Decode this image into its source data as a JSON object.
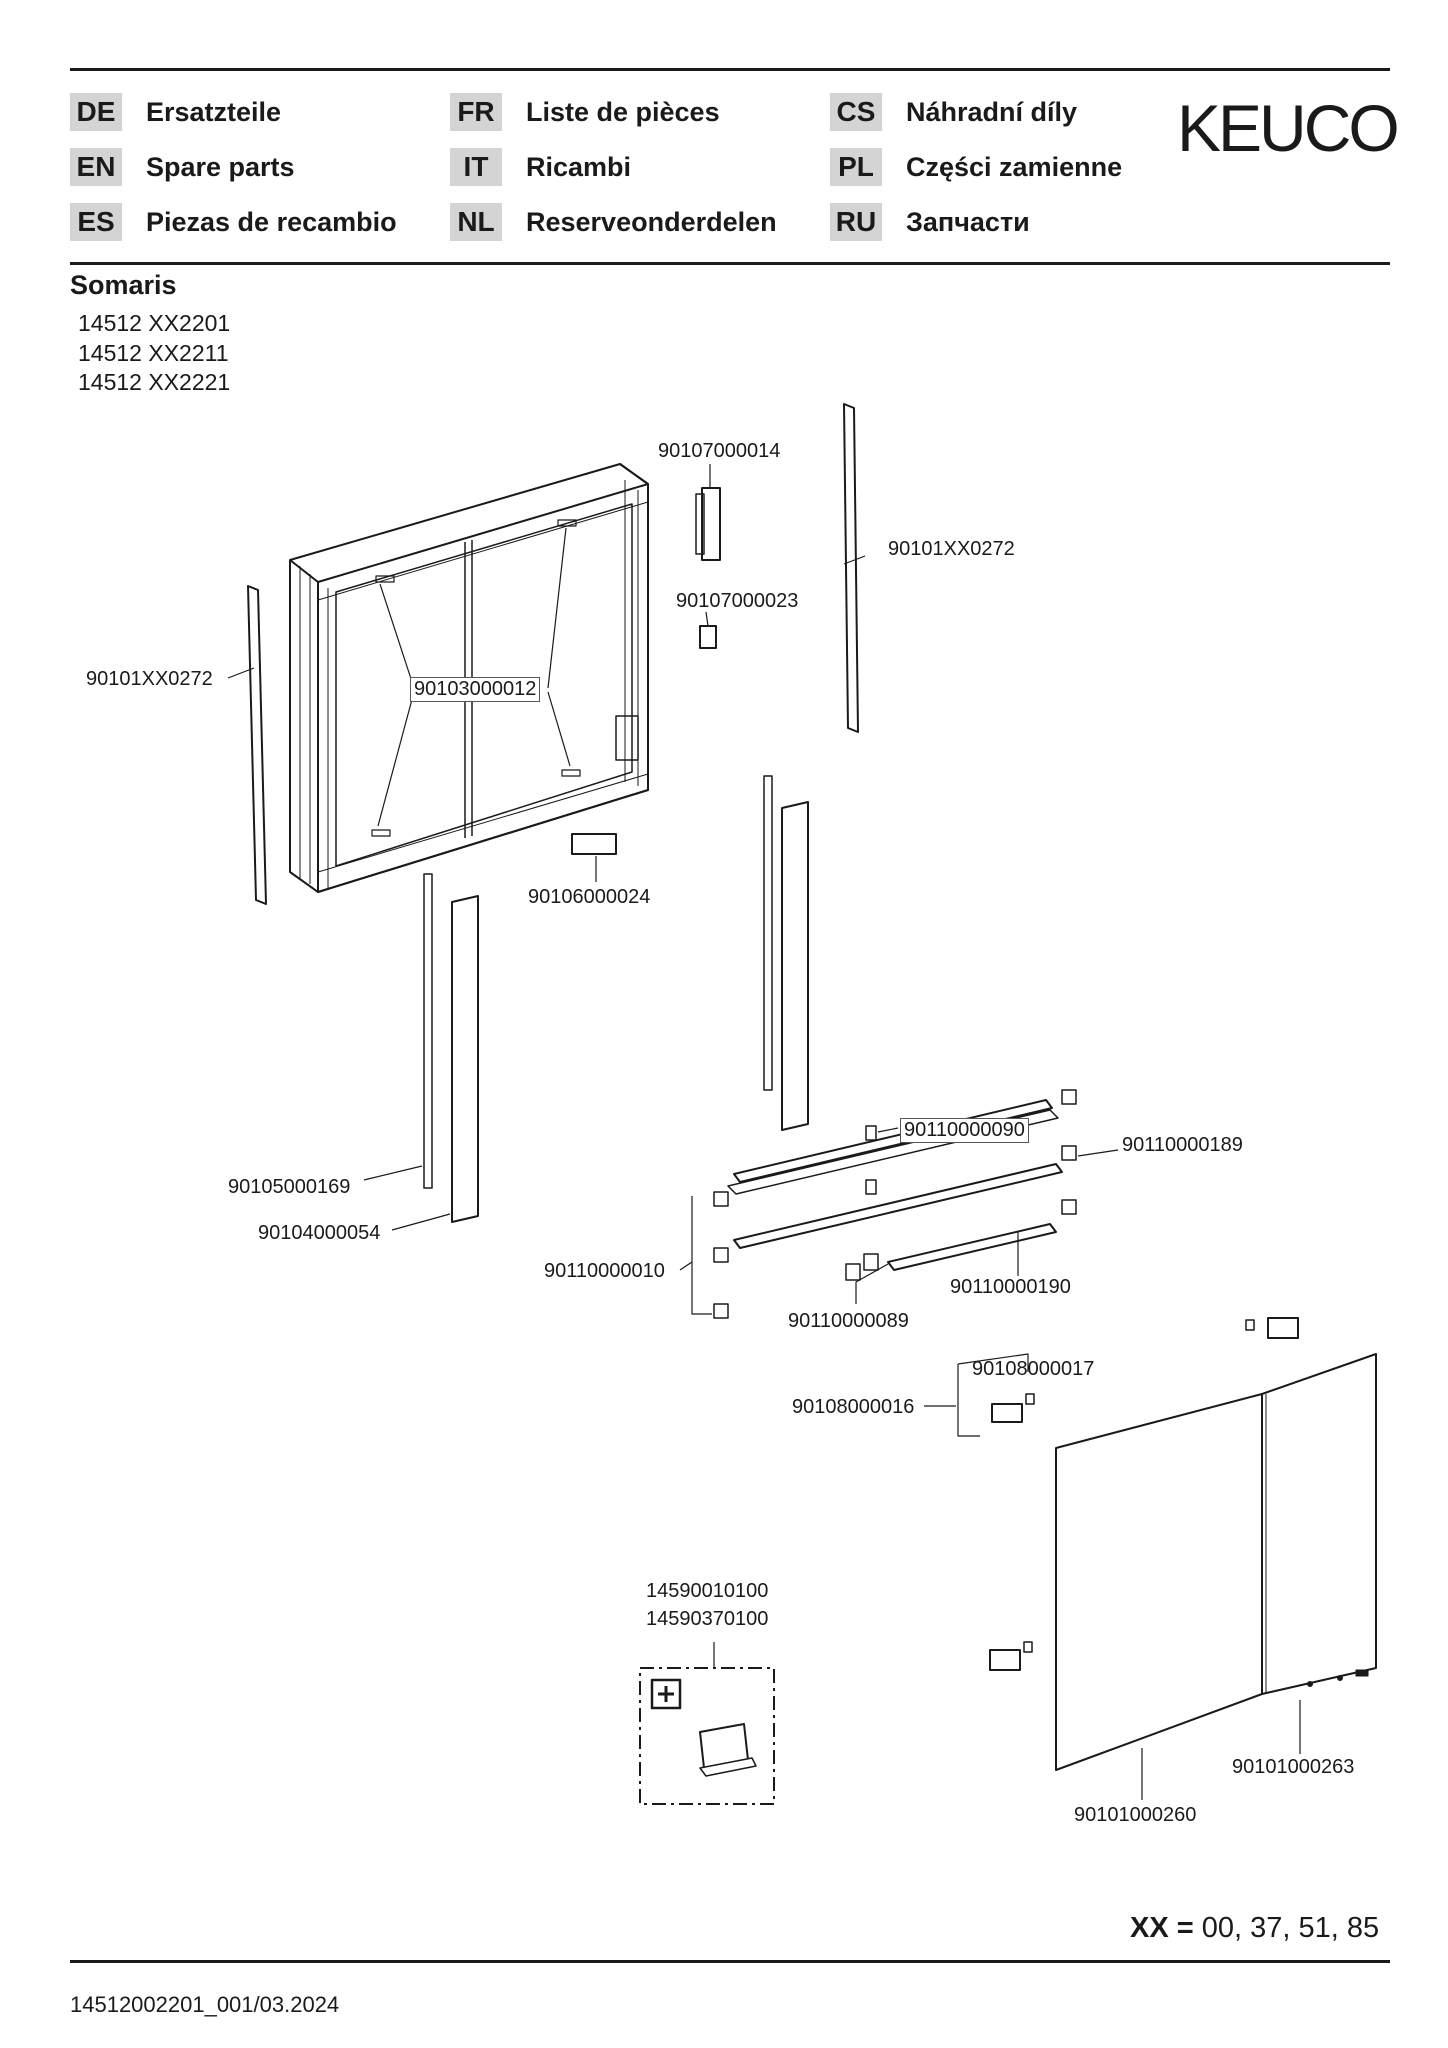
{
  "header": {
    "languages": [
      {
        "code": "DE",
        "name": "Ersatzteile"
      },
      {
        "code": "EN",
        "name": "Spare parts"
      },
      {
        "code": "ES",
        "name": "Piezas de recambio"
      },
      {
        "code": "FR",
        "name": "Liste de pièces"
      },
      {
        "code": "IT",
        "name": "Ricambi"
      },
      {
        "code": "NL",
        "name": "Reserveonderdelen"
      },
      {
        "code": "CS",
        "name": "Náhradní díly"
      },
      {
        "code": "PL",
        "name": "Części zamienne"
      },
      {
        "code": "RU",
        "name": "Запчасти"
      }
    ],
    "brand": "KEUCO"
  },
  "product": {
    "name": "Somaris",
    "models": [
      "14512 XX2201",
      "14512 XX2211",
      "14512 XX2221"
    ]
  },
  "parts": {
    "p1": "90107000014",
    "p2": "90101XX0272",
    "p3": "90107000023",
    "p4": "90101XX0272",
    "p5": "90103000012",
    "p6": "90106000024",
    "p7": "90105000169",
    "p8": "90104000054",
    "p9": "90110000090",
    "p10": "90110000189",
    "p11": "90110000010",
    "p12": "90110000190",
    "p13": "90110000089",
    "p14": "90108000017",
    "p15": "90108000016",
    "p16": "14590010100",
    "p17": "14590370100",
    "p18": "90101000263",
    "p19": "90101000260"
  },
  "footer": {
    "xx_label": "XX =",
    "xx_values": "00, 37, 51, 85",
    "document_number": "14512002201_001/03.2024"
  }
}
